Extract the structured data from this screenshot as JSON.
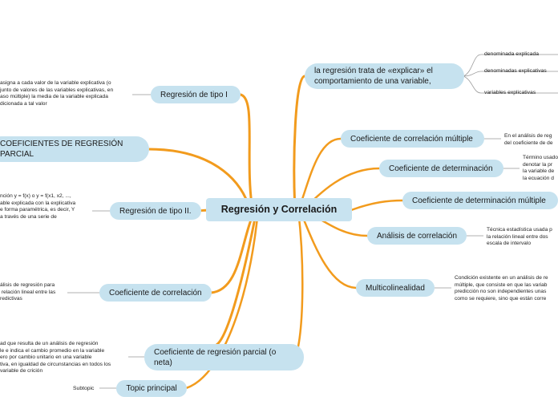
{
  "center": "Regresión y Correlación",
  "nodes": {
    "reg_tipo1": "Regresión de tipo I",
    "coef_reg_parcial_left": "COEFICIENTES DE REGRESIÓN\nPARCIAL",
    "reg_tipo2": "Regresión de tipo II.",
    "coef_corr": "Coeficiente de correlación",
    "coef_reg_parcial": "Coeficiente de regresión parcial (o\nneta)",
    "topic_principal": "Topic principal",
    "regresion_trata": "la regresión trata de «explicar» el\ncomportamiento de una variable,",
    "coef_corr_mult": "Coeficiente de correlación múltiple",
    "coef_det": "Coeficiente de determinación",
    "coef_det_mult": "Coeficiente de determinación múltiple",
    "analisis_corr": "Análisis de correlación",
    "multicol": "Multicolinealidad"
  },
  "notes": {
    "reg_tipo1": "asigna a cada valor de la variable explicativa (o\njunto de valores de las variables explicativas, en\naso múltiple) la media de la variable explicada\ndicionada a tal valor",
    "reg_tipo2": "nción y = f(x) o y = f(x1, x2, ...,\nable explicada con la explicativa\ne forma paramétrica, es decir, Y\na través de una serie de",
    "coef_corr": "álisis de regresión para\n relación lineal entre las\nredictivas",
    "coef_reg_parcial": "ad que resulta de un análisis de regresión\nle e indica el cambio promedio en la variable\nero por cambio unitario en una variable\ntiva, en igualdad de circunstancias en todos los\nvariable de crición",
    "coef_corr_mult": "En el análisis de reg\ndel coeficiente de de",
    "coef_det": "Término usado\ndenotar la pr\nla variable de\nla ecuación d",
    "analisis_corr": "Técnica estadística usada p\nla relación lineal entre dos\nescala de intervalo",
    "multicol": "Condición existente en un análisis de re\nmúltiple, que consiste en que las variab\npredicción no son independientes unas\ncomo se requiere, sino que están corre"
  },
  "subtopics": {
    "denominada_explicada": "denominada explicada",
    "denominadas_explicativas": "denominadas explicativas",
    "variables_explicativas": "variables explicativas",
    "subtopic": "Subtopic"
  },
  "colors": {
    "branch": "#f29b1d",
    "node_fill": "#c6e2ef",
    "thin_line": "#999999"
  }
}
